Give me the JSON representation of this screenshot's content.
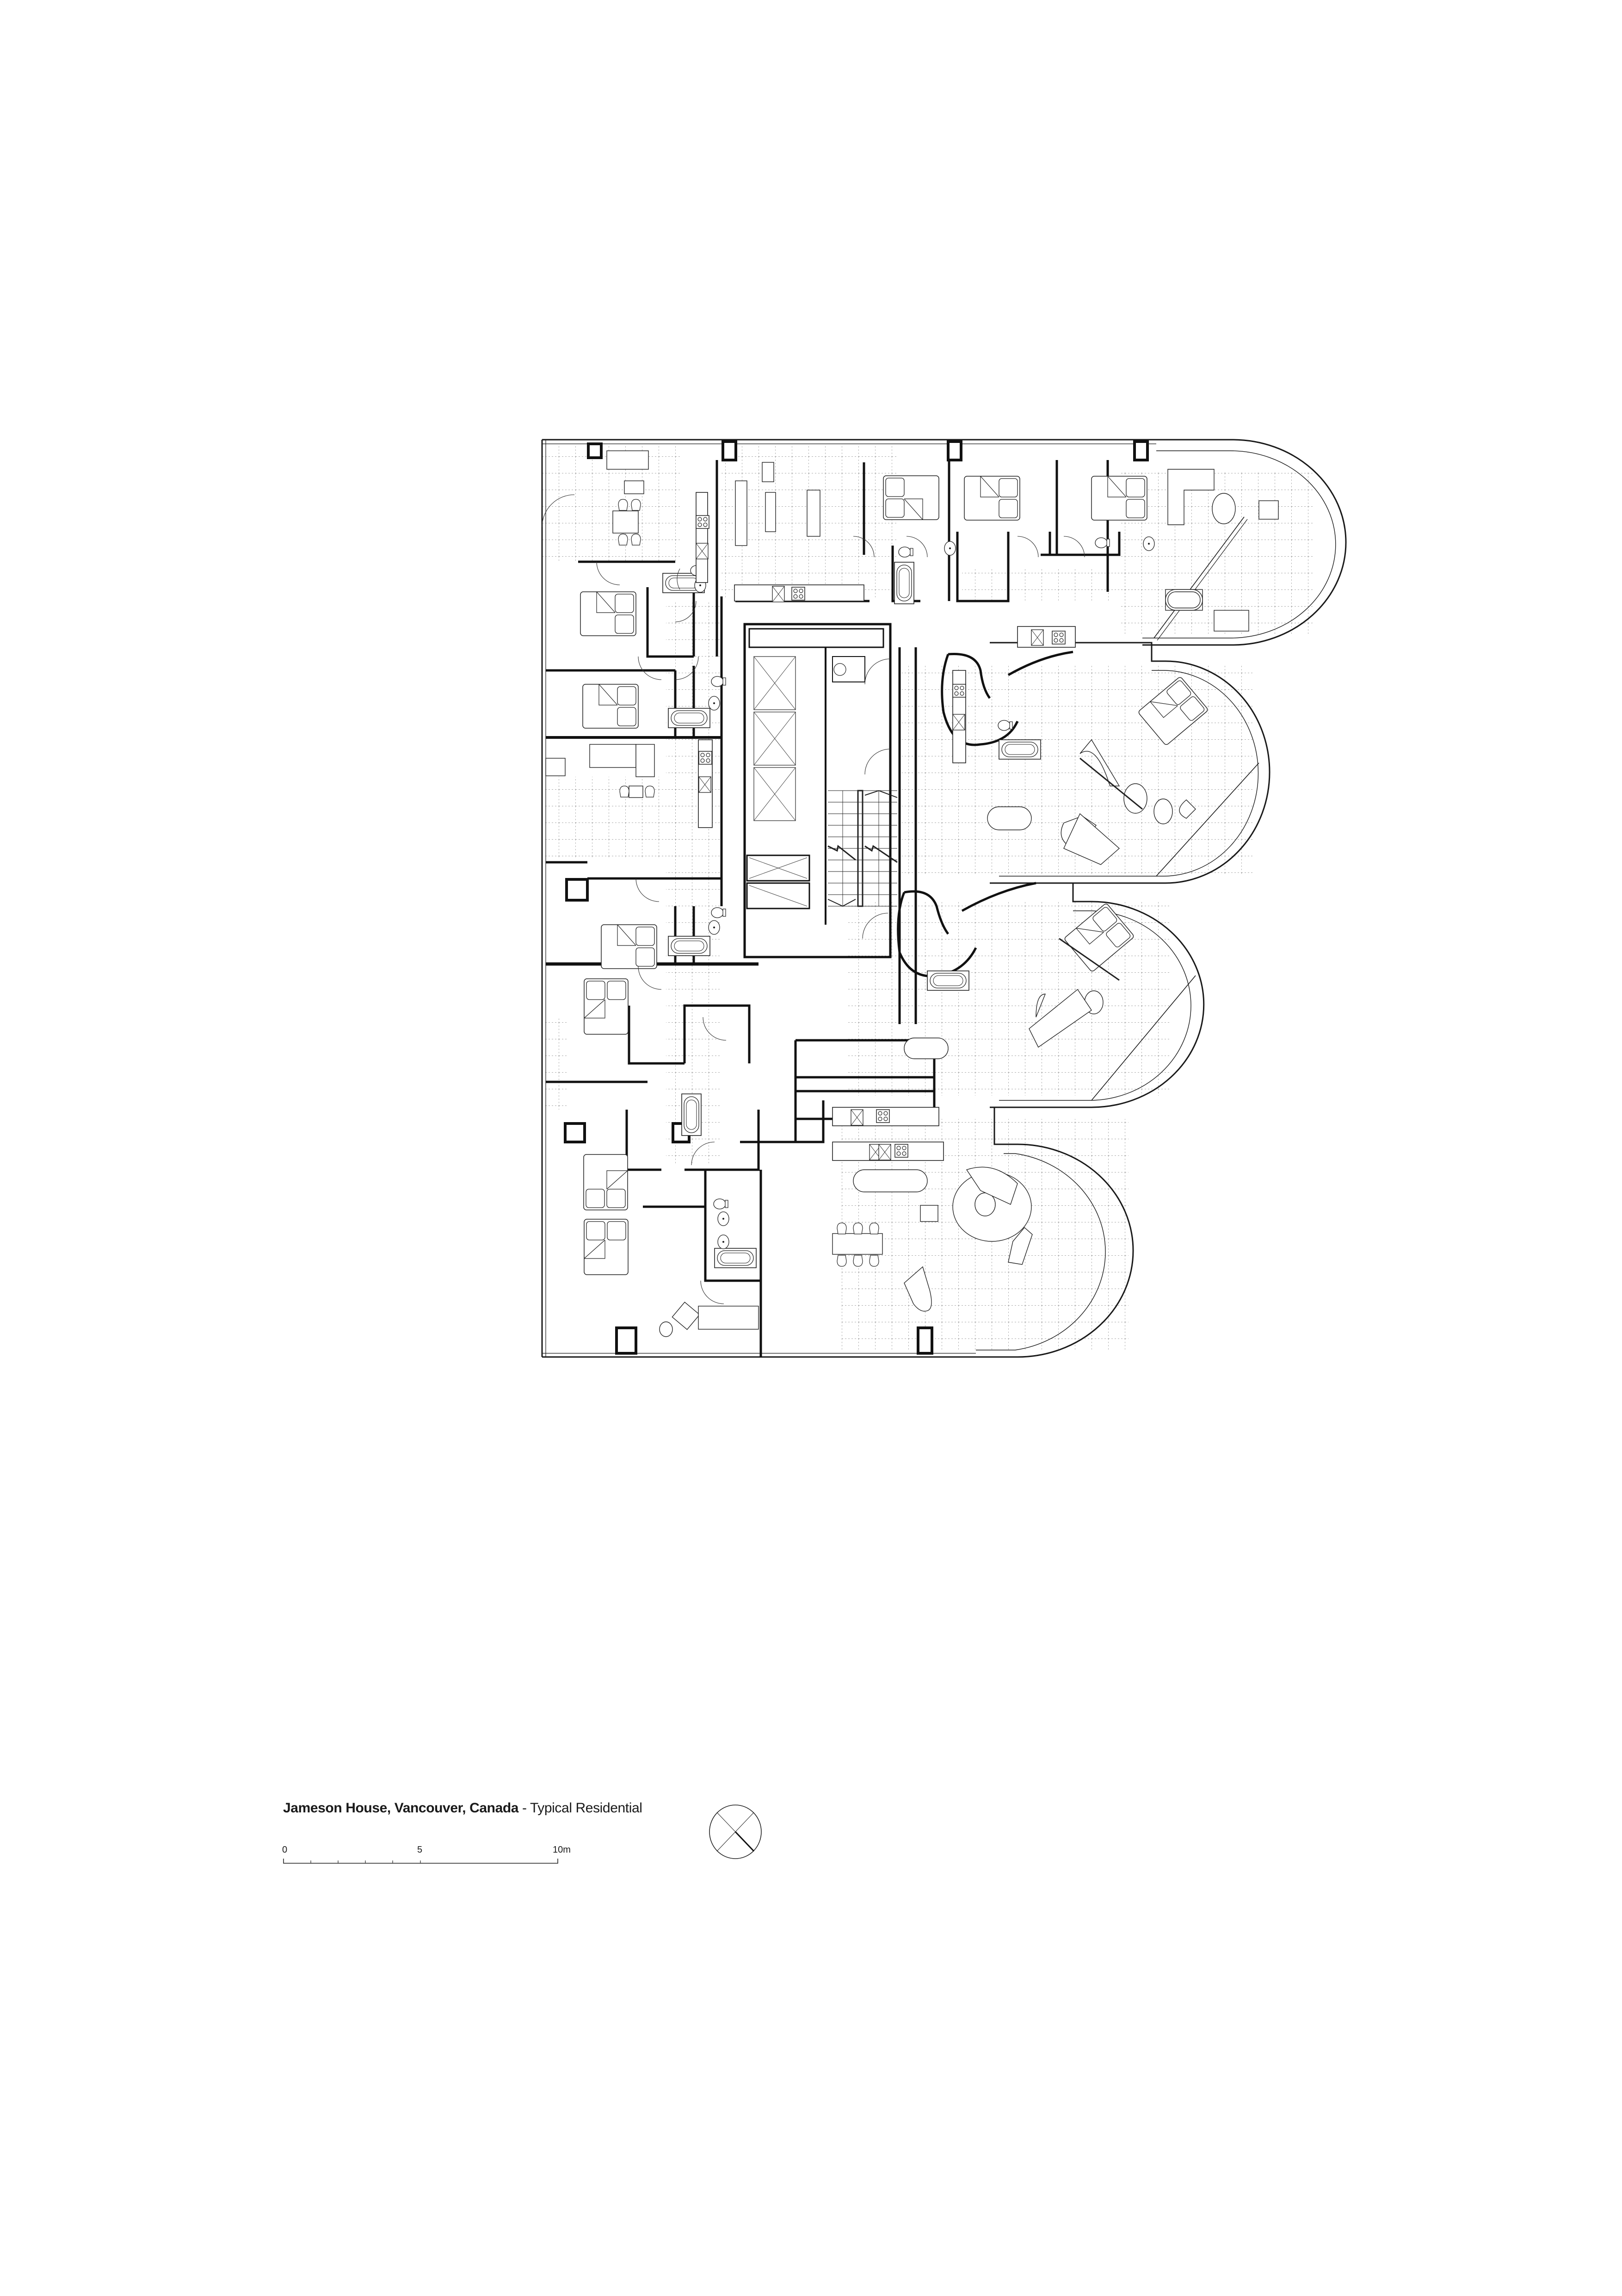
{
  "drawing": {
    "type": "architectural-floor-plan",
    "title_bold": "Jameson House, Vancouver, Canada",
    "title_separator": " - ",
    "title_regular": "Typical Residential",
    "line_color": "#1a1a1a",
    "grid_color": "#9a9a9a",
    "background": "#ffffff"
  },
  "scale_bar": {
    "labels": [
      "0",
      "5",
      "10m"
    ],
    "ticks": 10,
    "units": "m",
    "length_m": 10
  },
  "north_arrow": {
    "symbol": "circle-with-cross",
    "pointer_direction": "south-east"
  },
  "plan": {
    "core": {
      "elevators": 3,
      "stairs": 1,
      "shafts": 2
    },
    "units": [
      {
        "id": "unit-top-left",
        "features": [
          "living",
          "dining",
          "kitchen",
          "bedroom",
          "bathroom"
        ]
      },
      {
        "id": "unit-top-middle",
        "features": [
          "living",
          "dining",
          "kitchen",
          "bedroom",
          "bathroom"
        ]
      },
      {
        "id": "unit-top-right-curved",
        "features": [
          "living",
          "dining",
          "kitchen",
          "bedroom",
          "powder-room",
          "curved-facade"
        ]
      },
      {
        "id": "unit-left-middle",
        "features": [
          "living",
          "dining",
          "kitchen",
          "bedrooms",
          "bathrooms"
        ]
      },
      {
        "id": "unit-right-curved-2",
        "features": [
          "sculptural-bathroom",
          "living",
          "dining",
          "kitchen",
          "bed",
          "curved-facade"
        ]
      },
      {
        "id": "unit-right-curved-3",
        "features": [
          "sculptural-bathroom",
          "living",
          "dining",
          "bed",
          "curved-facade"
        ]
      },
      {
        "id": "unit-bottom-large",
        "features": [
          "living",
          "dining",
          "kitchen",
          "grand-piano",
          "bedrooms",
          "bathrooms",
          "curved-facade"
        ]
      }
    ]
  }
}
